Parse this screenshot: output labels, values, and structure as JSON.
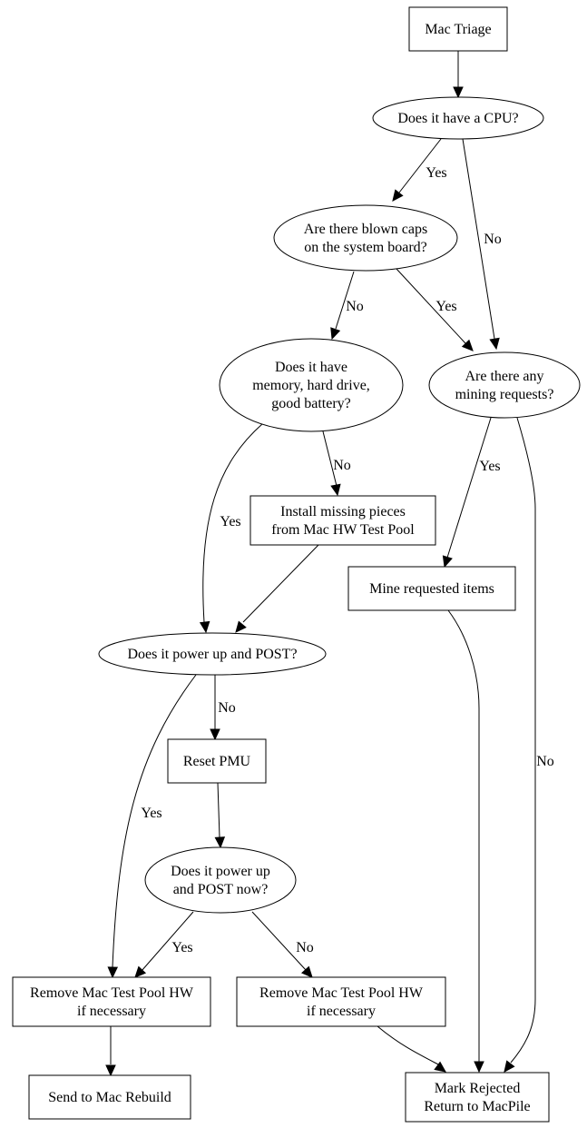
{
  "diagram": {
    "type": "flowchart",
    "nodes": [
      {
        "id": "triage",
        "shape": "box",
        "lines": [
          "Mac Triage"
        ]
      },
      {
        "id": "cpu",
        "shape": "ellipse",
        "lines": [
          "Does it have a CPU?"
        ]
      },
      {
        "id": "caps",
        "shape": "ellipse",
        "lines": [
          "Are there blown caps",
          "on the system board?"
        ]
      },
      {
        "id": "parts",
        "shape": "ellipse",
        "lines": [
          "Does it have",
          "memory, hard drive,",
          "good battery?"
        ]
      },
      {
        "id": "mining",
        "shape": "ellipse",
        "lines": [
          "Are there any",
          "mining requests?"
        ]
      },
      {
        "id": "install",
        "shape": "box",
        "lines": [
          "Install missing pieces",
          "from Mac HW Test Pool"
        ]
      },
      {
        "id": "mine",
        "shape": "box",
        "lines": [
          "Mine requested items"
        ]
      },
      {
        "id": "post",
        "shape": "ellipse",
        "lines": [
          "Does it power up and POST?"
        ]
      },
      {
        "id": "pmu",
        "shape": "box",
        "lines": [
          "Reset PMU"
        ]
      },
      {
        "id": "post2",
        "shape": "ellipse",
        "lines": [
          "Does it power up",
          "and POST now?"
        ]
      },
      {
        "id": "remove1",
        "shape": "box",
        "lines": [
          "Remove Mac Test Pool HW",
          "if necessary"
        ]
      },
      {
        "id": "remove2",
        "shape": "box",
        "lines": [
          "Remove Mac Test Pool HW",
          "if necessary"
        ]
      },
      {
        "id": "rebuild",
        "shape": "box",
        "lines": [
          "Send to Mac Rebuild"
        ]
      },
      {
        "id": "reject",
        "shape": "box",
        "lines": [
          "Mark Rejected",
          "Return to MacPile"
        ]
      }
    ],
    "edges": [
      {
        "from": "triage",
        "to": "cpu",
        "label": ""
      },
      {
        "from": "cpu",
        "to": "caps",
        "label": "Yes"
      },
      {
        "from": "cpu",
        "to": "mining",
        "label": "No"
      },
      {
        "from": "caps",
        "to": "parts",
        "label": "No"
      },
      {
        "from": "caps",
        "to": "mining",
        "label": "Yes"
      },
      {
        "from": "parts",
        "to": "install",
        "label": "No"
      },
      {
        "from": "parts",
        "to": "post",
        "label": "Yes"
      },
      {
        "from": "install",
        "to": "post",
        "label": ""
      },
      {
        "from": "mining",
        "to": "mine",
        "label": "Yes"
      },
      {
        "from": "mining",
        "to": "reject",
        "label": "No"
      },
      {
        "from": "mine",
        "to": "reject",
        "label": ""
      },
      {
        "from": "post",
        "to": "pmu",
        "label": "No"
      },
      {
        "from": "post",
        "to": "remove1",
        "label": "Yes"
      },
      {
        "from": "pmu",
        "to": "post2",
        "label": ""
      },
      {
        "from": "post2",
        "to": "remove1",
        "label": "Yes"
      },
      {
        "from": "post2",
        "to": "remove2",
        "label": "No"
      },
      {
        "from": "remove1",
        "to": "rebuild",
        "label": ""
      },
      {
        "from": "remove2",
        "to": "reject",
        "label": ""
      }
    ]
  }
}
